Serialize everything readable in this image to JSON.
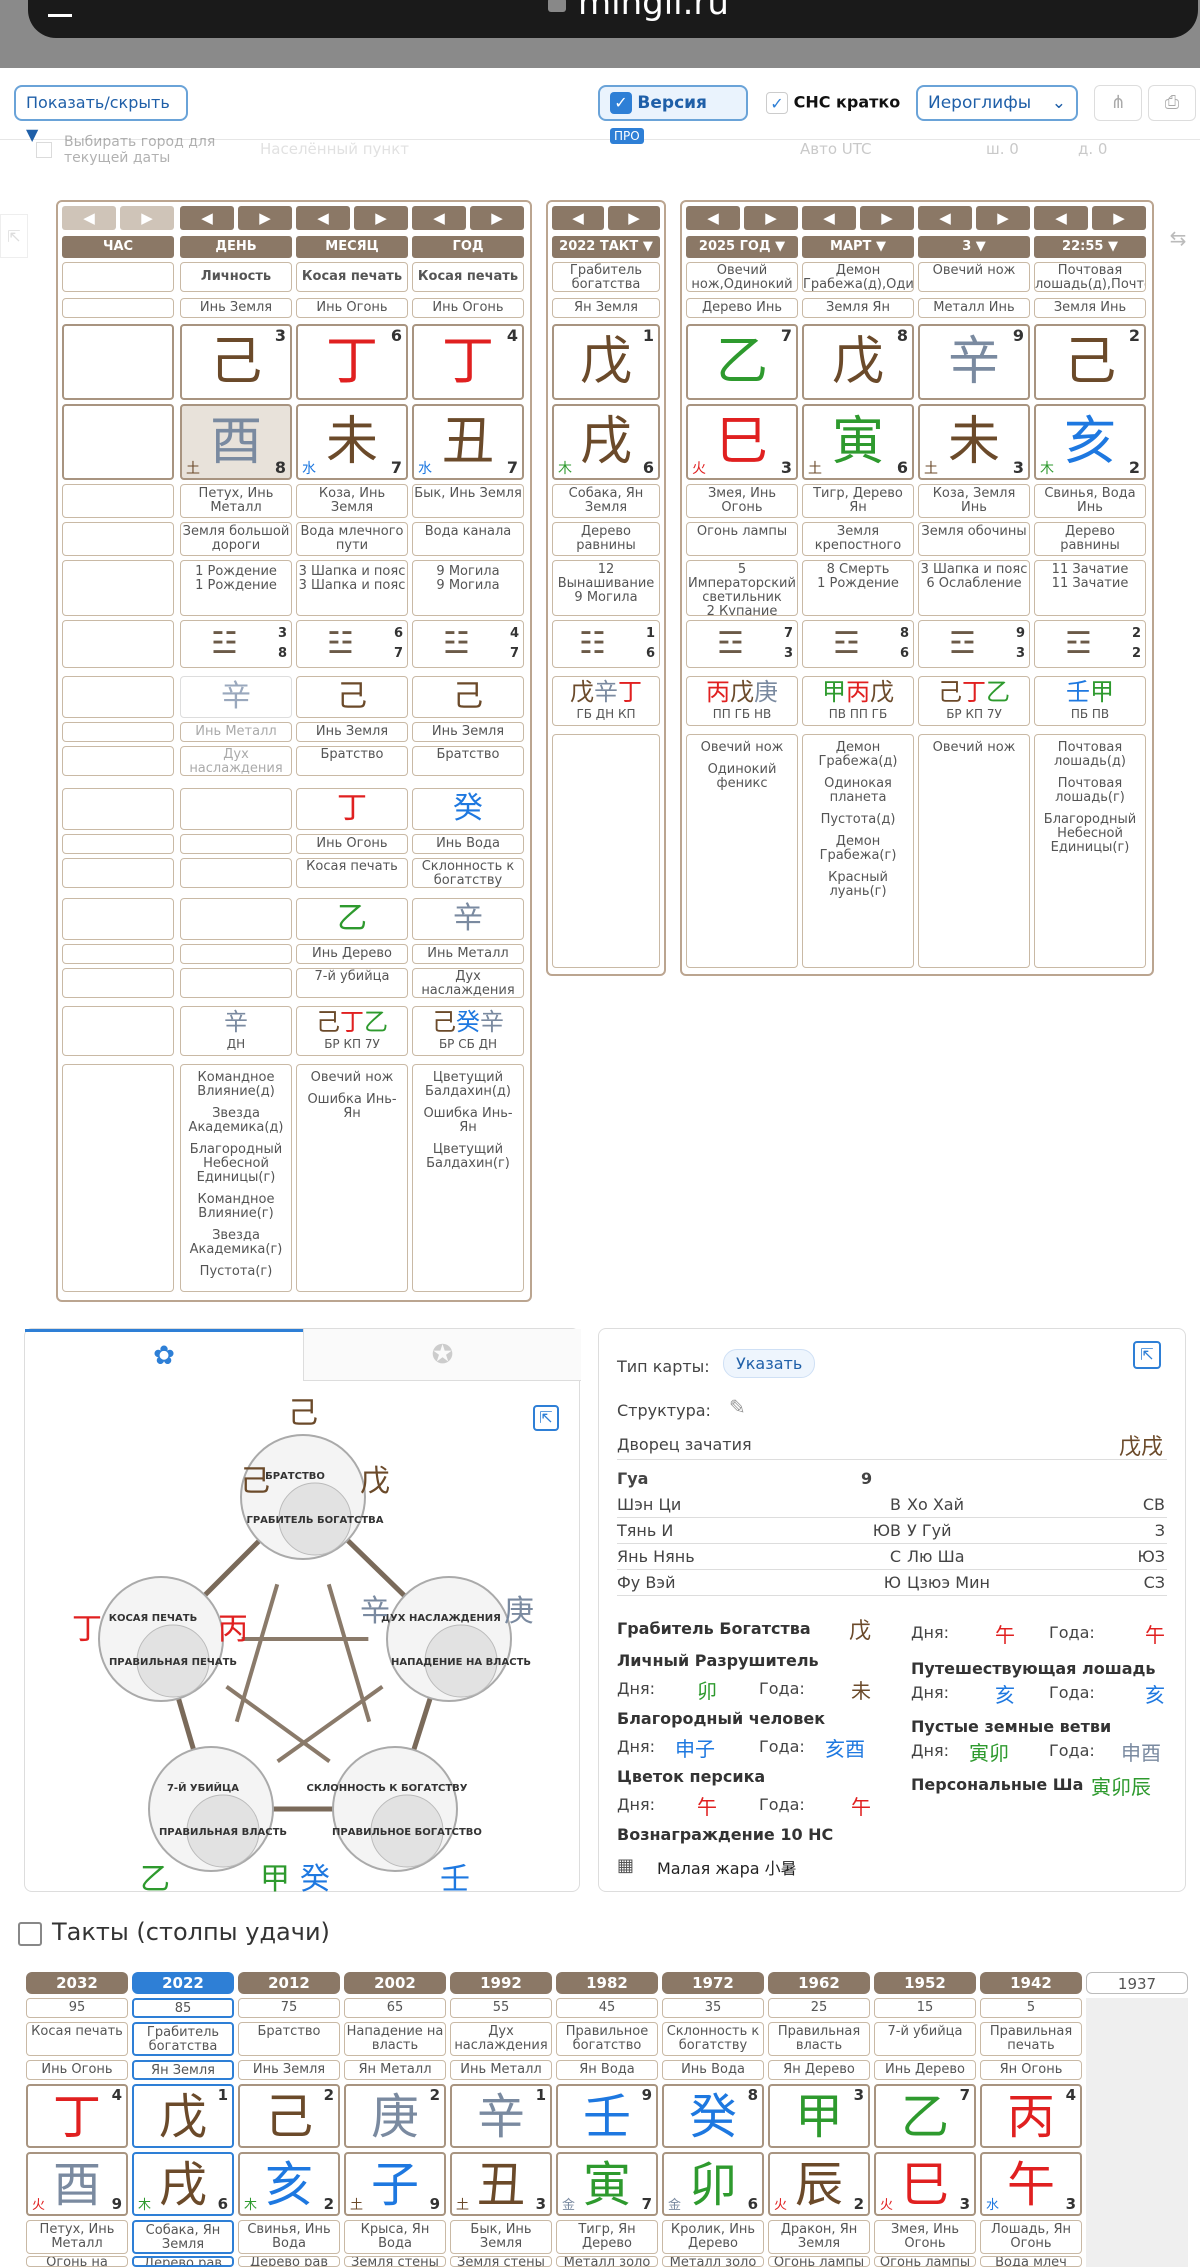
{
  "header": {
    "title": "mingli.ru"
  },
  "toolbar": {
    "show_hide": "Показать/скрыть ▼",
    "version": "Версия",
    "pro": "ПРО",
    "sns": "СНС кратко",
    "script_select": "Иероглифы"
  },
  "faint_row": {
    "city": "Выбирать город для текущей даты",
    "placeholder": "Населённый пункт",
    "utc": "Авто UTC",
    "lat": "ш. 0",
    "lon": "д. 0"
  },
  "pillars_left": {
    "headers": [
      "ЧАС",
      "ДЕНЬ",
      "МЕСЯЦ",
      "ГОД"
    ],
    "stars": [
      "",
      "Личность",
      "Косая печать",
      "Косая печать"
    ],
    "stem_el": [
      "",
      "Инь Земля",
      "Инь Огонь",
      "Инь Огонь"
    ],
    "stems": [
      "",
      "己",
      "丁",
      "丁"
    ],
    "stem_nums": [
      "",
      "3",
      "6",
      "4"
    ],
    "branches": [
      "",
      "酉",
      "未",
      "丑"
    ],
    "branch_el": [
      "",
      "土",
      "水",
      "水"
    ],
    "branch_nums": [
      "",
      "8",
      "7",
      "7"
    ],
    "animals": [
      "",
      "Петух, Инь Металл",
      "Коза, Инь Земля",
      "Бык, Инь Земля"
    ],
    "melody": [
      "",
      "Земля большой дороги",
      "Вода млечного пути",
      "Вода канала"
    ],
    "phase1": [
      "",
      "1 Рождение",
      "3 Шапка и пояс",
      "9 Могила"
    ],
    "phase2": [
      "",
      "1 Рождение",
      "3 Шапка и пояс",
      "9 Могила"
    ],
    "hex_nums_top": [
      "",
      "3",
      "6",
      "4"
    ],
    "hex_nums_bot": [
      "",
      "8",
      "7",
      "7"
    ],
    "h1": [
      "",
      "辛",
      "己",
      "己"
    ],
    "h1_el": [
      "",
      "Инь Металл",
      "Инь Земля",
      "Инь Земля"
    ],
    "h1_star": [
      "",
      "Дух наслаждения",
      "Братство",
      "Братство"
    ],
    "h2": [
      "",
      "",
      "丁",
      "癸"
    ],
    "h2_el": [
      "",
      "",
      "Инь Огонь",
      "Инь Вода"
    ],
    "h2_star": [
      "",
      "",
      "Косая печать",
      "Склонность к богатству"
    ],
    "h3": [
      "",
      "",
      "乙",
      "辛"
    ],
    "h3_el": [
      "",
      "",
      "Инь Дерево",
      "Инь Металл"
    ],
    "h3_star": [
      "",
      "",
      "7-й убийца",
      "Дух наслаждения"
    ],
    "sum": [
      "",
      "辛",
      "己丁乙",
      "己癸辛"
    ],
    "sum_sub": [
      "",
      "ДН",
      "БР КП 7У",
      "БР СБ ДН"
    ],
    "stars_day": [
      "Командное Влияние(д)",
      "Звезда Академика(д)",
      "Благородный Небесной Единицы(г)",
      "Командное Влияние(г)",
      "Звезда Академика(г)",
      "Пустота(г)"
    ],
    "stars_month": [
      "Овечий нож",
      "Ошибка Инь-Ян"
    ],
    "stars_year": [
      "Цветущий Балдахин(д)",
      "Ошибка Инь-Ян",
      "Цветущий Балдахин(г)"
    ]
  },
  "pillar_tact": {
    "header": "2022 ТАКТ ▼",
    "star": "Грабитель богатства",
    "stem_el": "Ян Земля",
    "stem": "戊",
    "stem_num": "1",
    "branch": "戌",
    "branch_el": "木",
    "branch_num": "6",
    "animal": "Собака, Ян Земля",
    "melody": "Дерево равнины",
    "phase": [
      "12 Вынашивание",
      "9 Могила"
    ],
    "hex": [
      "1",
      "6"
    ],
    "sum": "戊辛丁",
    "sum_sub": "ГБ ДН КП"
  },
  "pillars_right": {
    "headers": [
      "2025 ГОД ▼",
      "МАРТ ▼",
      "3 ▼",
      "22:55 ▼"
    ],
    "stars": [
      [
        "Овечий нож",
        "Одинокий феникс"
      ],
      [
        "Демон Грабежа(д)",
        "Одинокая планета",
        "Пустота(д)",
        "Демон Грабежа(г)",
        "Красный луань(г)"
      ],
      [
        "Овечий нож"
      ],
      [
        "Почтовая лошадь(д)",
        "Почтовая лошадь(г)",
        "Благородный Небесной Единицы(г)"
      ]
    ],
    "stem_el": [
      "Дерево Инь",
      "Земля Ян",
      "Металл Инь",
      "Земля Инь"
    ],
    "stems": [
      "乙",
      "戊",
      "辛",
      "己"
    ],
    "stem_nums": [
      "7",
      "8",
      "9",
      "2"
    ],
    "branches": [
      "巳",
      "寅",
      "未",
      "亥"
    ],
    "branch_el": [
      "火",
      "土",
      "土",
      "木"
    ],
    "branch_nums": [
      "3",
      "6",
      "3",
      "2"
    ],
    "animals": [
      "Змея, Инь Огонь",
      "Тигр, Дерево Ян",
      "Коза, Земля Инь",
      "Свинья, Вода Инь"
    ],
    "melody": [
      "Огонь лампы",
      "Земля крепостного вала",
      "Земля обочины",
      "Дерево равнины"
    ],
    "phase": [
      [
        "5 Императорский светильник",
        "2 Купание"
      ],
      [
        "8 Смерть",
        "1 Рождение"
      ],
      [
        "3 Шапка и пояс",
        "6 Ослабление"
      ],
      [
        "11 Зачатие",
        "11 Зачатие"
      ]
    ],
    "hex_top": [
      "7",
      "8",
      "9",
      "2"
    ],
    "hex_bot": [
      "3",
      "6",
      "3",
      "2"
    ],
    "sum": [
      "丙戊庚",
      "甲丙戊",
      "己丁乙",
      "壬甲"
    ],
    "sum_sub": [
      "ПП ГБ НВ",
      "ПВ ПП ГБ",
      "БР КП 7У",
      "ПБ ПВ"
    ]
  },
  "cycle": {
    "nodes": [
      {
        "top": "БРАТСТВО",
        "bot": "ГРАБИТЕЛЬ БОГАТСТВА",
        "chars": [
          "己",
          "戊"
        ]
      },
      {
        "top": "ДУХ НАСЛАЖДЕНИЯ",
        "bot": "НАПАДЕНИЕ НА ВЛАСТЬ",
        "chars": [
          "辛",
          "庚"
        ]
      },
      {
        "top": "СКЛОННОСТЬ К БОГАТСТВУ",
        "bot": "ПРАВИЛЬНОЕ БОГАТСТВО",
        "chars": [
          "癸",
          "壬"
        ]
      },
      {
        "top": "7-Й УБИЙЦА",
        "bot": "ПРАВИЛЬНАЯ ВЛАСТЬ",
        "chars": [
          "乙",
          "甲"
        ]
      },
      {
        "top": "КОСАЯ ПЕЧАТЬ",
        "bot": "ПРАВИЛЬНАЯ ПЕЧАТЬ",
        "chars": [
          "丁",
          "丙"
        ]
      }
    ],
    "top_char": "己"
  },
  "info": {
    "map_type": "Тип карты:",
    "specify": "Указать",
    "structure": "Структура:",
    "palace": "Дворец зачатия",
    "palace_val": "戊戌",
    "gua": "Гуа",
    "gua_val": "9",
    "dirs_left": [
      [
        "Шэн Ци",
        "В"
      ],
      [
        "Тянь И",
        "ЮВ"
      ],
      [
        "Янь Нянь",
        "С"
      ],
      [
        "Фу Вэй",
        "Ю"
      ]
    ],
    "dirs_right": [
      [
        "Хо Хай",
        "СВ"
      ],
      [
        "У Гуй",
        "З"
      ],
      [
        "Лю Ша",
        "ЮЗ"
      ],
      [
        "Цзюэ Мин",
        "СЗ"
      ]
    ],
    "rob": "Грабитель Богатства",
    "rob_val": "戊",
    "rob_day": "Дня:",
    "rob_day_val": "午",
    "rob_year": "Года:",
    "rob_year_val": "午",
    "destroyer": "Личный Разрушитель",
    "d_day": "Дня:",
    "d_day_val": "卯",
    "d_year": "Года:",
    "d_year_val": "未",
    "horse": "Путешествующая лошадь",
    "h_day": "Дня:",
    "h_day_val": "亥",
    "h_year": "Года:",
    "h_year_val": "亥",
    "noble": "Благородный человек",
    "n_day": "Дня:",
    "n_day_val": "申子",
    "n_year": "Года:",
    "n_year_val": "亥酉",
    "empty": "Пустые земные ветви",
    "e_day": "Дня:",
    "e_day_val": "寅卯",
    "e_year": "Года:",
    "e_year_val": "申酉",
    "peach": "Цветок персика",
    "p_day": "Дня:",
    "p_day_val": "午",
    "p_year": "Года:",
    "p_year_val": "午",
    "personal": "Персональные Ша",
    "personal_val": "寅卯辰",
    "reward": "Вознаграждение 10 НС",
    "reward_item": "Малая жара 小暑"
  },
  "tacts": {
    "title": "Такты (столпы удачи)",
    "years": [
      "2032",
      "2022",
      "2012",
      "2002",
      "1992",
      "1982",
      "1972",
      "1962",
      "1952",
      "1942"
    ],
    "extra_year": "1937",
    "ages": [
      "95",
      "85",
      "75",
      "65",
      "55",
      "45",
      "35",
      "25",
      "15",
      "5"
    ],
    "stars": [
      "Косая печать",
      "Грабитель богатства",
      "Братство",
      "Нападение на власть",
      "Дух наслаждения",
      "Правильное богатство",
      "Склонность к богатству",
      "Правильная власть",
      "7-й убийца",
      "Правильная печать"
    ],
    "stem_el": [
      "Инь Огонь",
      "Ян Земля",
      "Инь Земля",
      "Ян Металл",
      "Инь Металл",
      "Ян Вода",
      "Инь Вода",
      "Ян Дерево",
      "Инь Дерево",
      "Ян Огонь"
    ],
    "stems": [
      "丁",
      "戊",
      "己",
      "庚",
      "辛",
      "壬",
      "癸",
      "甲",
      "乙",
      "丙"
    ],
    "stem_nums": [
      "4",
      "1",
      "2",
      "2",
      "1",
      "9",
      "8",
      "3",
      "7",
      "4"
    ],
    "branches": [
      "酉",
      "戌",
      "亥",
      "子",
      "丑",
      "寅",
      "卯",
      "辰",
      "巳",
      "午"
    ],
    "branch_el": [
      "火",
      "木",
      "木",
      "土",
      "土",
      "金",
      "金",
      "火",
      "火",
      "水"
    ],
    "branch_nums": [
      "9",
      "6",
      "2",
      "9",
      "3",
      "7",
      "6",
      "2",
      "3",
      "3"
    ],
    "animals": [
      "Петух, Инь Металл",
      "Собака, Ян Земля",
      "Свинья, Инь Вода",
      "Крыса, Ян Вода",
      "Бык, Инь Земля",
      "Тигр, Ян Дерево",
      "Кролик, Инь Дерево",
      "Дракон, Ян Земля",
      "Змея, Инь Огонь",
      "Лошадь, Ян Огонь"
    ],
    "melody": [
      "Огонь на",
      "Дерево рав",
      "Дерево рав",
      "Земля стены",
      "Земля стены",
      "Металл золо",
      "Металл золо",
      "Огонь лампы",
      "Огонь лампы",
      "Вода млеч"
    ]
  },
  "colors": {
    "accent": "#2e7fd6",
    "panel_brown": "#8b7866",
    "fire": "#e02020",
    "earth": "#6b4a2a",
    "wood": "#2e9a2e",
    "water": "#1e78e0",
    "metal": "#7a8aa0"
  }
}
